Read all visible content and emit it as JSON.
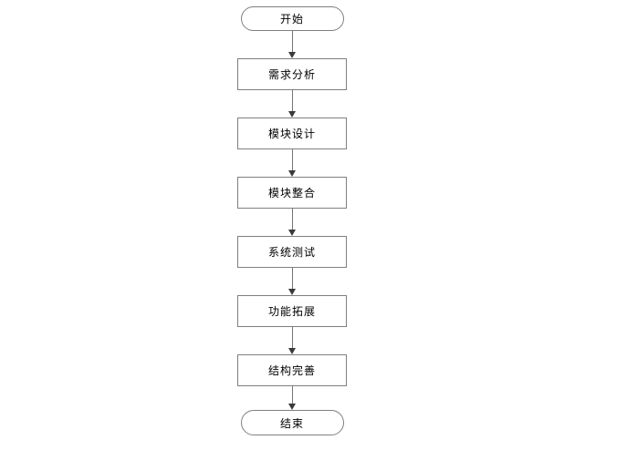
{
  "flowchart": {
    "title": "software development flowchart",
    "nodes": [
      {
        "id": "start",
        "type": "terminal",
        "label": "开始"
      },
      {
        "id": "requirements",
        "type": "process",
        "label": "需求分析"
      },
      {
        "id": "module-design",
        "type": "process",
        "label": "模块设计"
      },
      {
        "id": "module-merge",
        "type": "process",
        "label": "模块整合"
      },
      {
        "id": "system-test",
        "type": "process",
        "label": "系统测试"
      },
      {
        "id": "feature-ext",
        "type": "process",
        "label": "功能拓展"
      },
      {
        "id": "structure",
        "type": "process",
        "label": "结构完善"
      },
      {
        "id": "end",
        "type": "terminal",
        "label": "结束"
      }
    ],
    "colors": {
      "background": "#ffffff",
      "node_fill": "#ffffff",
      "node_border": "#7f7f7f",
      "arrow_line": "#757575",
      "arrow_head": "#3a3a3a",
      "text": "#000000"
    }
  }
}
